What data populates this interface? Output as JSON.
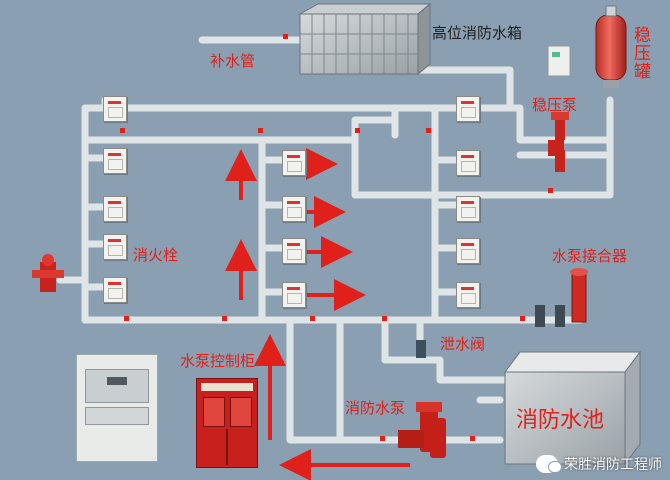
{
  "labels": {
    "makeup_pipe": "补水管",
    "high_tank": "高位消防水箱",
    "stabilizer_tank": "稳压罐",
    "stabilizer_pump": "稳压泵",
    "hydrant": "消火栓",
    "pump_adapter": "水泵接合器",
    "relief_valve": "泄水阀",
    "pump_control_cabinet": "水泵控制柜",
    "fire_pump": "消防水泵",
    "fire_pool": "消防水池"
  },
  "watermark": {
    "text": "荣胜消防工程师",
    "icon": "wechat-icon"
  },
  "colors": {
    "background": "#8a9fb1",
    "pipe": "#e4e8ea",
    "label": "#e0201a",
    "arrow": "#e0201a",
    "tank_red": "#d42a22"
  }
}
